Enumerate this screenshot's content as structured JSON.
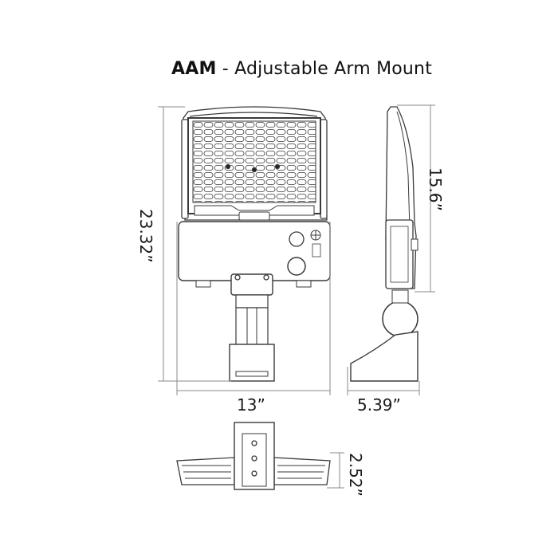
{
  "title": {
    "model": "AAM",
    "separator": " - ",
    "description": "Adjustable Arm Mount"
  },
  "dimensions": {
    "height": "23.32”",
    "width": "13”",
    "side_height": "15.6”",
    "depth": "5.39”",
    "bottom_height": "2.52”"
  },
  "colors": {
    "line": "#3a3a3a",
    "fill": "#ffffff",
    "dim_line": "#8a8a8a"
  }
}
